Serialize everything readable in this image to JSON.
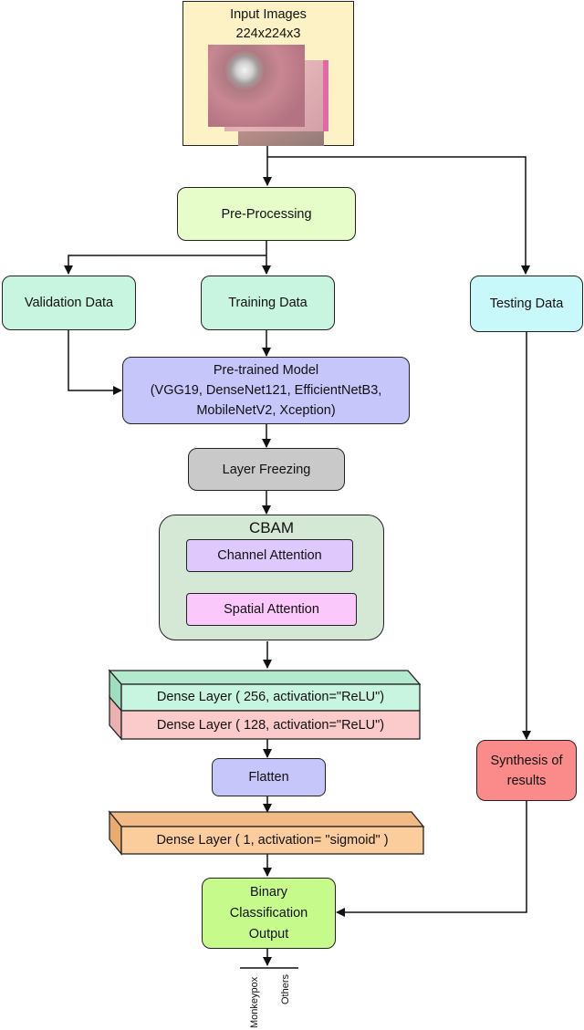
{
  "input": {
    "title": "Input Images",
    "size": "224x224x3"
  },
  "nodes": {
    "preprocessing": "Pre-Processing",
    "validation": "Validation Data",
    "training": "Training Data",
    "testing": "Testing Data",
    "pretrained_title": "Pre-trained Model",
    "pretrained_models_1": "(VGG19, DenseNet121, EfficientNetB3,",
    "pretrained_models_2": "MobileNetV2, Xception)",
    "layer_freezing": "Layer Freezing",
    "cbam": "CBAM",
    "channel_attention": "Channel Attention",
    "spatial_attention": "Spatial Attention",
    "dense_256": "Dense Layer ( 256, activation=\"ReLU\")",
    "dense_128": "Dense Layer ( 128, activation=\"ReLU\")",
    "flatten": "Flatten",
    "dense_1": "Dense Layer ( 1, activation= \"sigmoid\" )",
    "synthesis_1": "Synthesis of",
    "synthesis_2": "results",
    "output_1": "Binary",
    "output_2": "Classification",
    "output_3": "Output"
  },
  "outputs": {
    "class_a": "Monkeypox",
    "class_b": "Others"
  },
  "colors": {
    "input_bg": "#fdf1c6",
    "preprocessing": "#e6fdca",
    "validation": "#c8f5df",
    "training": "#c8f5df",
    "testing": "#c9f8fb",
    "pretrained": "#c7c6fb",
    "layer_freezing": "#c9c9c9",
    "cbam": "#d4e8d5",
    "channel_attention": "#dfc8fb",
    "spatial_attention": "#fbc8fb",
    "dense_256": "#c8f5df",
    "dense_128": "#fbcbcb",
    "flatten": "#c7c6fb",
    "dense_1": "#fccd9c",
    "synthesis": "#fb8a8a",
    "output": "#c6fb8c"
  }
}
